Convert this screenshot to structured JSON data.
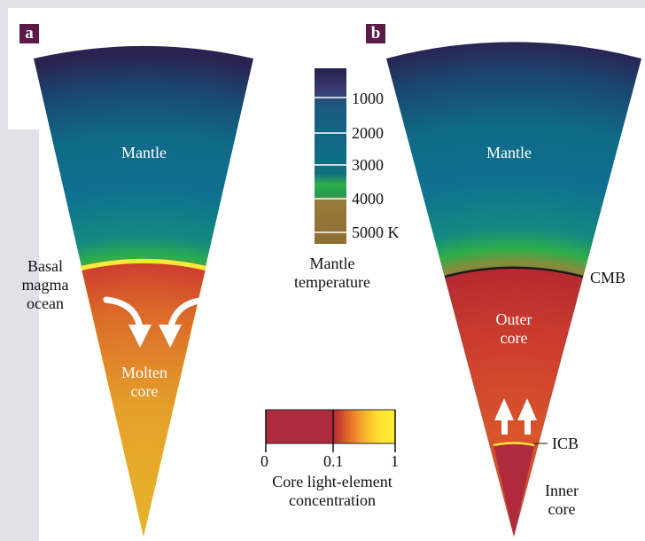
{
  "panel_a": {
    "tag": "a",
    "mantle_label": "Mantle",
    "magma_label": [
      "Basal",
      "magma",
      "ocean"
    ],
    "core_label": [
      "Molten",
      "core"
    ]
  },
  "panel_b": {
    "tag": "b",
    "mantle_label": "Mantle",
    "cmb_label": "CMB",
    "outer_core_label": [
      "Outer",
      "core"
    ],
    "icb_label": "ICB",
    "inner_core_label": [
      "Inner",
      "core"
    ]
  },
  "temperature_scale": {
    "ticks": [
      "1000",
      "2000",
      "3000",
      "4000",
      "5000 K"
    ],
    "title": [
      "Mantle",
      "temperature"
    ]
  },
  "concentration_scale": {
    "ticks": [
      "0",
      "0.1",
      "1"
    ],
    "title": [
      "Core light-element",
      "concentration"
    ]
  },
  "colors": {
    "mantle_top": "#2a2350",
    "mantle_mid": "#0f6a86",
    "mantle_green": "#2fae4a",
    "mantle_brown": "#9a7a3a",
    "magma_yellow": "#ffe83a",
    "core_red": "#c8322c",
    "core_gold": "#e2ae2a",
    "inner_core": "#b02a3e",
    "panel_tag": "#5b1a4a"
  }
}
